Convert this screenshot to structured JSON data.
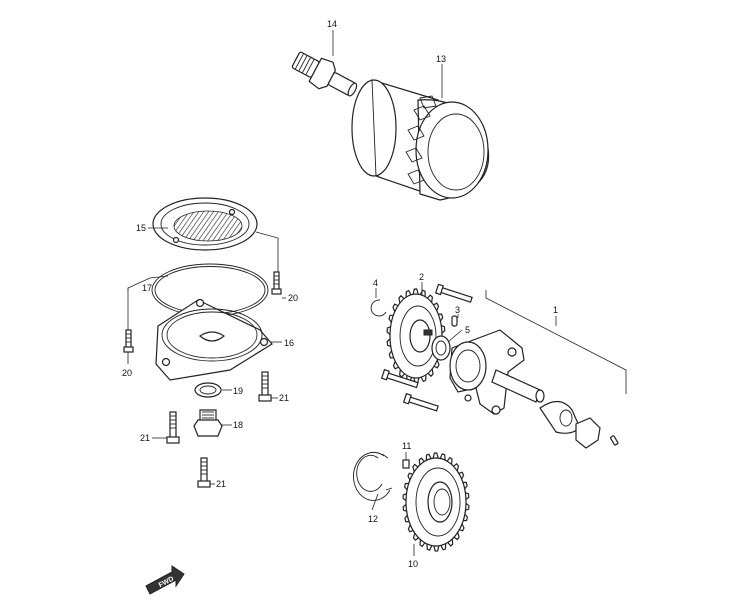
{
  "callouts": {
    "c1": "1",
    "c2": "2",
    "c3": "3",
    "c4": "4",
    "c5": "5",
    "c10": "10",
    "c11": "11",
    "c12": "12",
    "c13": "13",
    "c14": "14",
    "c15": "15",
    "c16": "16",
    "c17": "17",
    "c18": "18",
    "c19": "19",
    "c20a": "20",
    "c20b": "20",
    "c21a": "21",
    "c21b": "21",
    "c21c": "21"
  },
  "direction_marker": {
    "label": "FWD"
  }
}
